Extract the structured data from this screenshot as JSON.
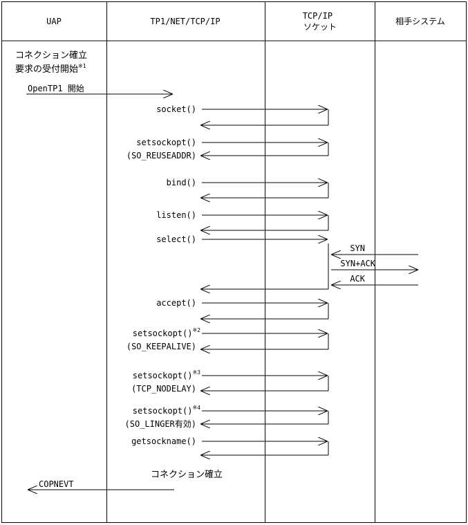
{
  "columns": [
    "UAP",
    "TP1/NET/TCP/IP",
    "TCP/IP\nソケット",
    "相手システム"
  ],
  "left_note": {
    "line1": "コネクション確立",
    "line2": "要求の受付開始",
    "sup": "※1"
  },
  "start_label": "OpenTP1 開始",
  "calls": [
    {
      "label": "socket()",
      "sub": "",
      "sup": ""
    },
    {
      "label": "setsockopt()",
      "sub": "(SO_REUSEADDR)",
      "sup": ""
    },
    {
      "label": "bind()",
      "sub": "",
      "sup": ""
    },
    {
      "label": "listen()",
      "sub": "",
      "sup": ""
    },
    {
      "label": "select()",
      "sub": "",
      "sup": ""
    },
    {
      "label": "accept()",
      "sub": "",
      "sup": ""
    },
    {
      "label": "setsockopt()",
      "sub": "(SO_KEEPALIVE)",
      "sup": "※2"
    },
    {
      "label": "setsockopt()",
      "sub": "(TCP_NODELAY)",
      "sup": "※3"
    },
    {
      "label": "setsockopt()",
      "sub": "(SO_LINGER有効)",
      "sup": "※4"
    },
    {
      "label": "getsockname()",
      "sub": "",
      "sup": ""
    }
  ],
  "handshake": [
    "SYN",
    "SYN+ACK",
    "ACK"
  ],
  "established_label": "コネクション確立",
  "event_label": "COPNEVT"
}
